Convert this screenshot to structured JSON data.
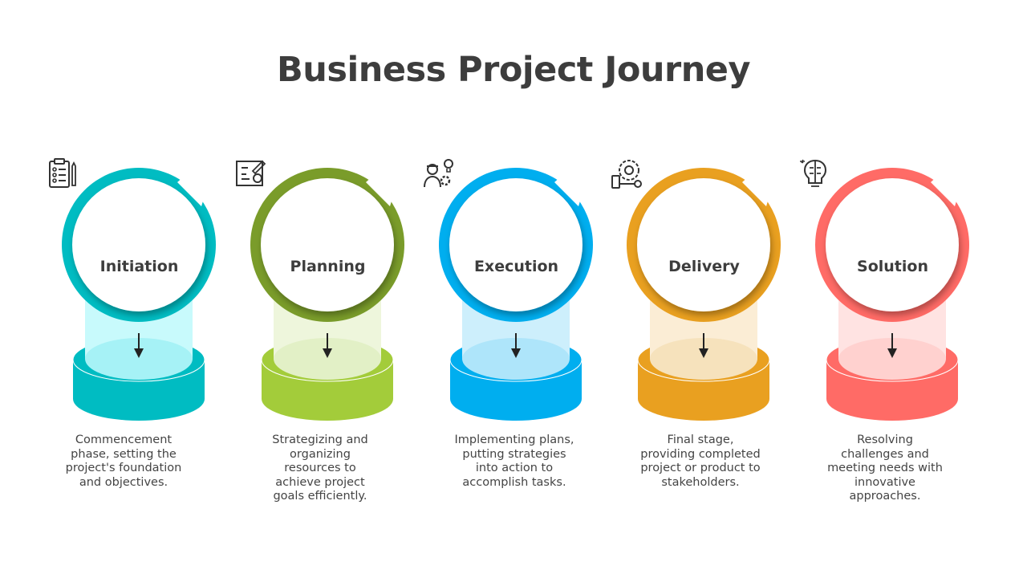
{
  "title": "Business Project Journey",
  "steps": [
    {
      "label": "Initiation",
      "description": "Commencement phase, setting the project's foundation and objectives.",
      "icon": "clipboard-checklist-icon",
      "ring": "#00BCC2",
      "base": "#00BCC2",
      "column": "#C8FAFC",
      "top": "#A6F2F6"
    },
    {
      "label": "Planning",
      "description": "Strategizing and organizing resources to achieve project goals efficiently.",
      "icon": "blueprint-plan-icon",
      "ring": "#7A9C2A",
      "base": "#A3CC3A",
      "column": "#EEF6DC",
      "top": "#E2F0C6"
    },
    {
      "label": "Execution",
      "description": "Implementing plans, putting strategies into action to accomplish tasks.",
      "icon": "worker-gear-idea-icon",
      "ring": "#00AEEF",
      "base": "#00AEEF",
      "column": "#CDEFFC",
      "top": "#AEE5FA"
    },
    {
      "label": "Delivery",
      "description": "Final stage, providing completed project or product to stakeholders.",
      "icon": "delivery-process-icon",
      "ring": "#E9A020",
      "base": "#E9A020",
      "column": "#FBEDD5",
      "top": "#F6E2BC"
    },
    {
      "label": "Solution",
      "description": "Resolving challenges and meeting needs with innovative approaches.",
      "icon": "brain-idea-bulb-icon",
      "ring": "#FF6B66",
      "base": "#FF6B66",
      "column": "#FFE3E2",
      "top": "#FFD1CF"
    }
  ]
}
